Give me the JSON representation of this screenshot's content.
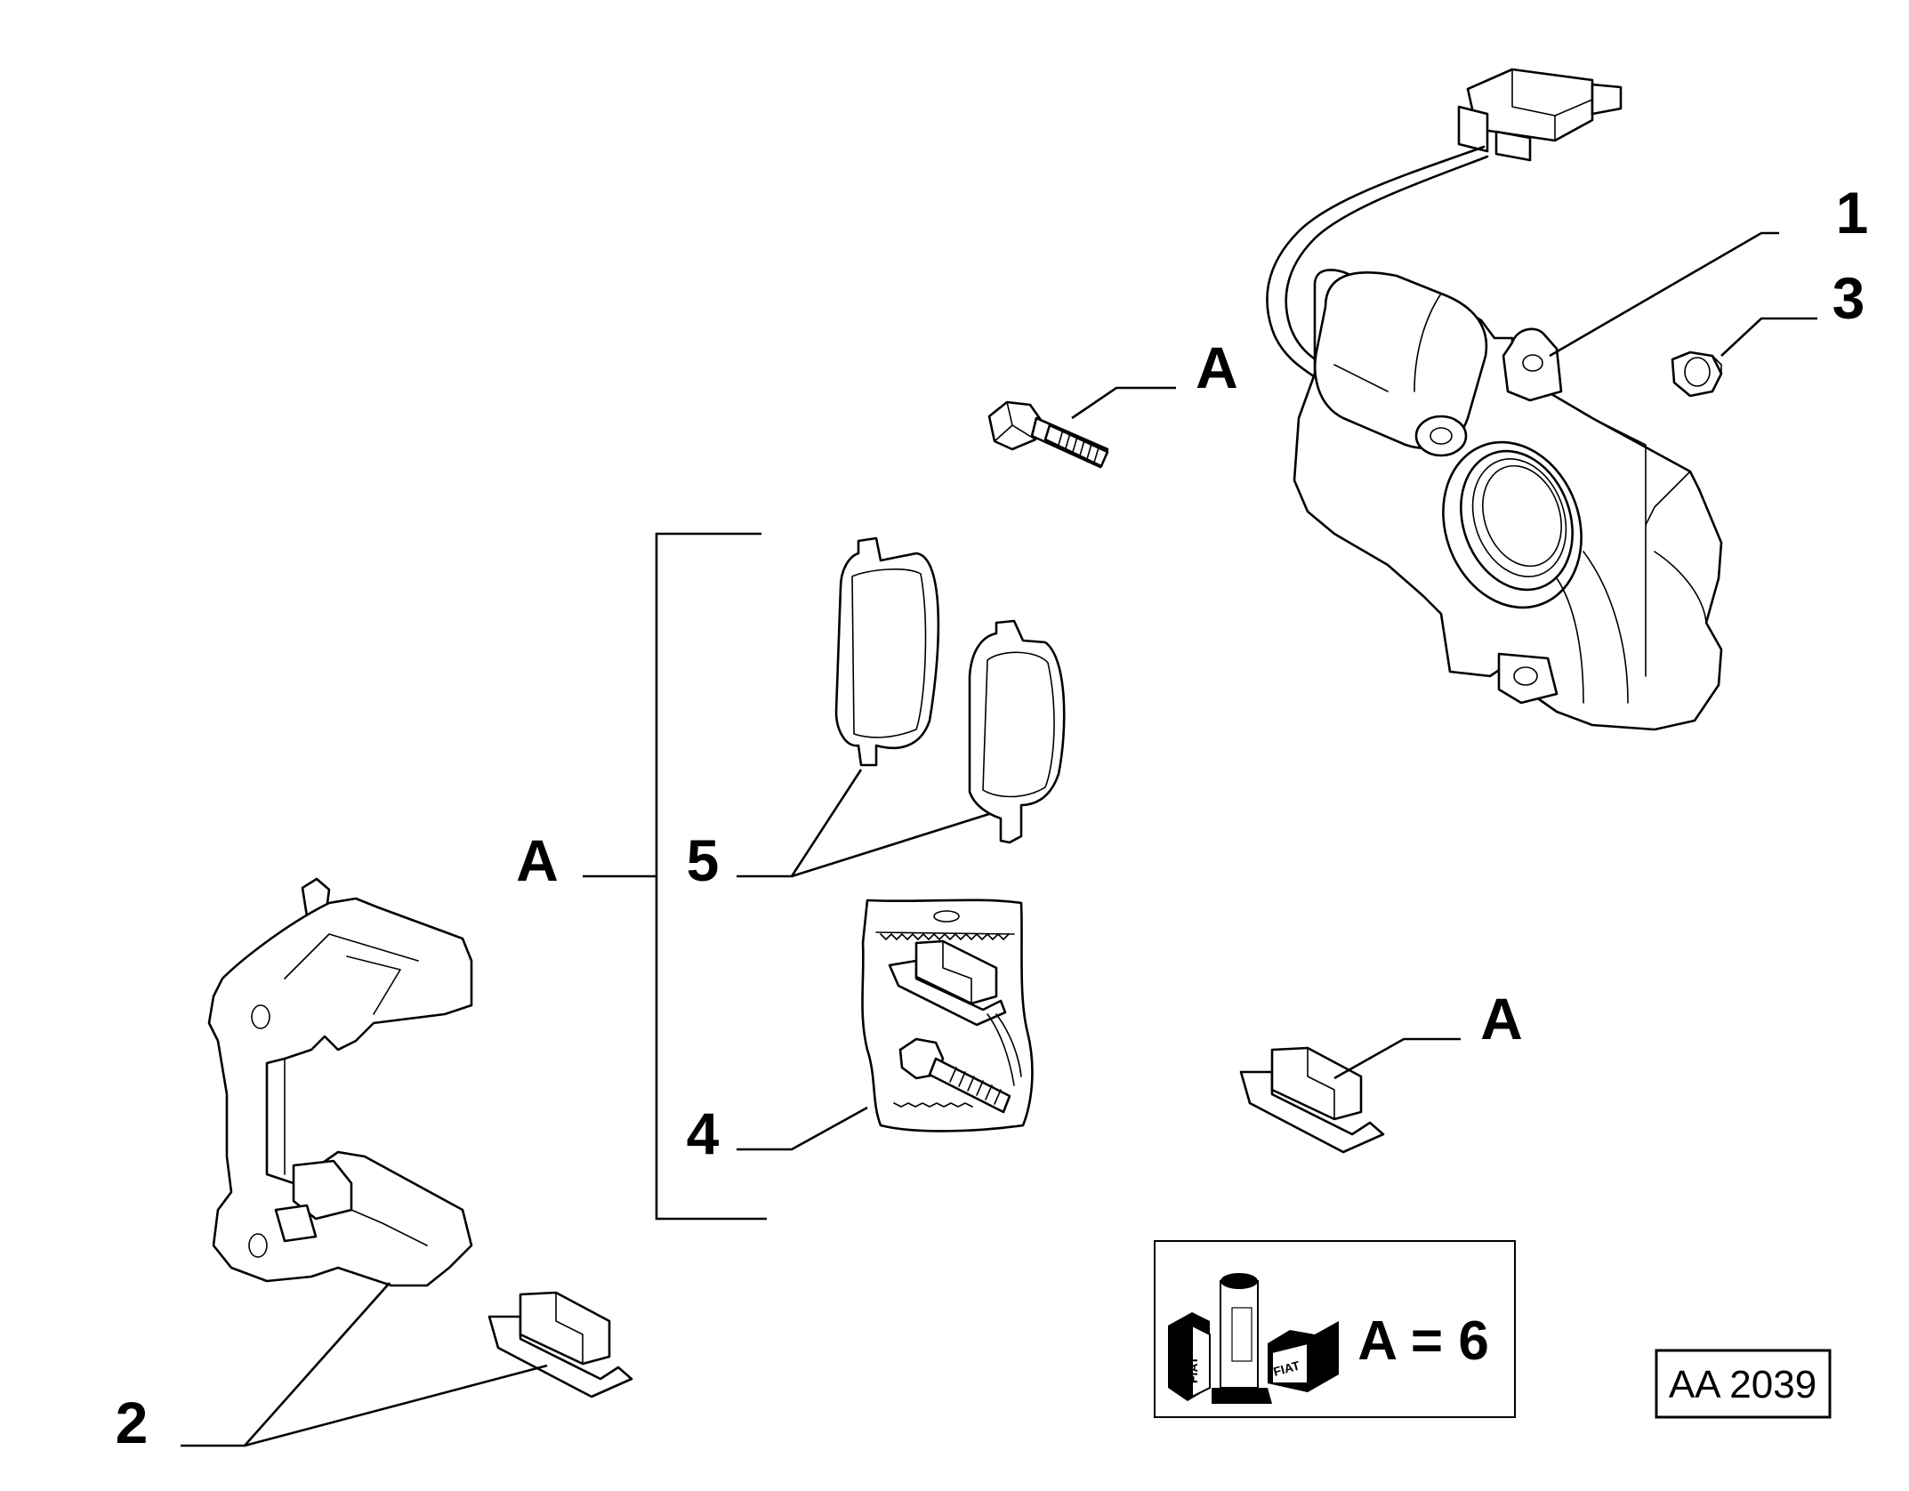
{
  "callouts": {
    "part_1": "1",
    "part_2": "2",
    "part_3": "3",
    "part_4": "4",
    "part_5": "5",
    "kit_a_bolt": "A",
    "kit_a_group": "A",
    "kit_a_clip": "A"
  },
  "kit_box": {
    "equation": "A = 6",
    "brand_mark": "FIAT"
  },
  "reference_code": "AA 2039"
}
